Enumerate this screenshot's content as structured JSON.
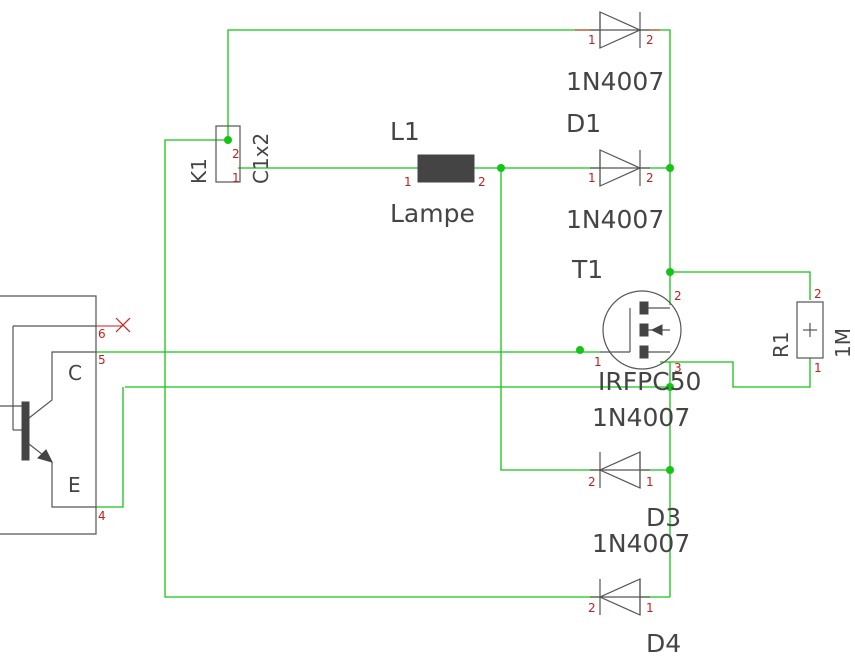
{
  "components": {
    "d1": {
      "ref": "D1",
      "value": "1N4007",
      "pin1": "1",
      "pin2": "2"
    },
    "d2": {
      "value": "1N4007",
      "pin1": "1",
      "pin2": "2"
    },
    "d3": {
      "ref": "D3",
      "value": "1N4007",
      "pin1": "1",
      "pin2": "2"
    },
    "d4": {
      "ref": "D4",
      "value": "1N4007",
      "pin1": "1",
      "pin2": "2"
    },
    "l1": {
      "ref": "L1",
      "value": "Lampe",
      "pin1": "1",
      "pin2": "2"
    },
    "k1": {
      "ref": "K1",
      "value": "C1x2",
      "pin1": "1",
      "pin2": "2"
    },
    "t1": {
      "ref": "T1",
      "value": "IRFPC50",
      "pin1": "1",
      "pin2": "2",
      "pin3": "3"
    },
    "r1": {
      "ref": "R1",
      "value": "1M",
      "pin1": "1",
      "pin2": "2"
    },
    "q1": {
      "pin_c": "C",
      "pin_e": "E",
      "pin4": "4",
      "pin5": "5",
      "pin6": "6"
    }
  },
  "colors": {
    "wire": "#16c416",
    "pin_number": "#c81e1e",
    "part": "#555555"
  }
}
